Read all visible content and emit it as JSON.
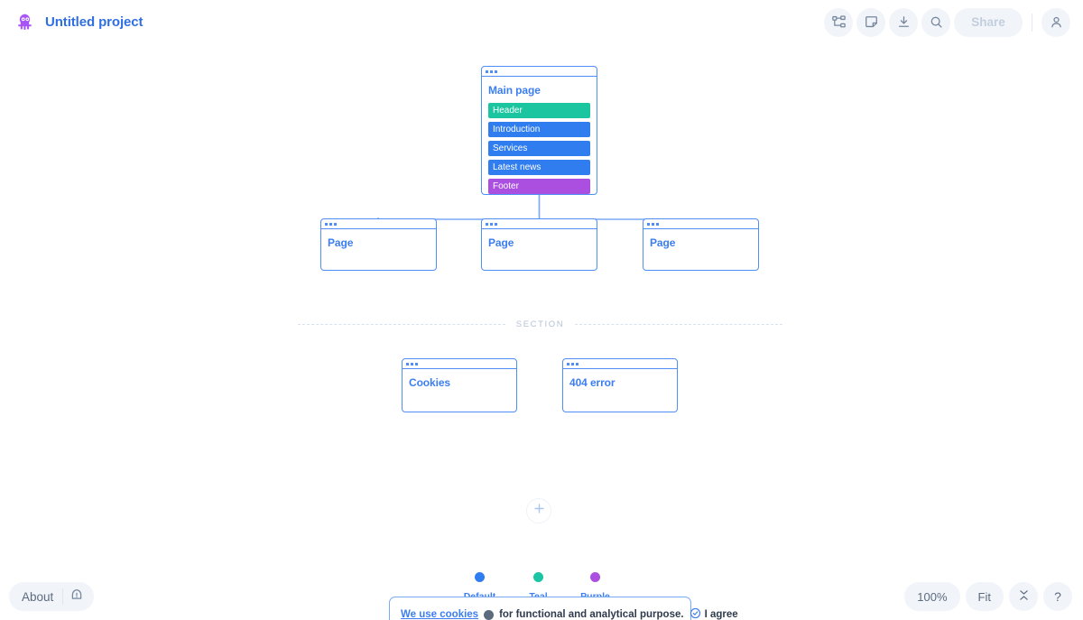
{
  "app": {
    "logo_icon": "octopus-logo",
    "title": "Untitled project",
    "brand_color": "#2f6fe4",
    "logo_color": "#a855f7"
  },
  "toolbar": {
    "buttons": [
      {
        "name": "sitemap-icon",
        "label": "Sitemap"
      },
      {
        "name": "note-icon",
        "label": "Note"
      },
      {
        "name": "download-icon",
        "label": "Download"
      },
      {
        "name": "search-icon",
        "label": "Search"
      }
    ],
    "share_label": "Share",
    "share_disabled": true,
    "account_icon": "user-avatar-icon"
  },
  "sitemap": {
    "main_card": {
      "title": "Main page",
      "blocks": [
        {
          "label": "Header",
          "color": "#1bc5a0"
        },
        {
          "label": "Introduction",
          "color": "#2f7def"
        },
        {
          "label": "Services",
          "color": "#2f7def"
        },
        {
          "label": "Latest news",
          "color": "#2f7def"
        },
        {
          "label": "Footer",
          "color": "#ab4fe0"
        }
      ]
    },
    "child_cards": [
      {
        "title": "Page"
      },
      {
        "title": "Page"
      },
      {
        "title": "Page"
      }
    ],
    "section_label": "SECTION",
    "section_cards": [
      {
        "title": "Cookies"
      },
      {
        "title": "404 error"
      }
    ],
    "card_border_color": "#4f8ef7",
    "card_title_color": "#3c7ef0",
    "add_button_label": "+"
  },
  "palette": {
    "swatches": [
      {
        "label": "Default",
        "color": "#2f7def"
      },
      {
        "label": "Teal",
        "color": "#19c5a2"
      },
      {
        "label": "Purple",
        "color": "#ab4fe0"
      }
    ]
  },
  "cookie_banner": {
    "link_text": "We use cookies",
    "circle_icon": "cookie-dot-icon",
    "message": "for functional and analytical purpose.",
    "agree_icon": "check-circle-icon",
    "agree_label": "I agree"
  },
  "bottom_bar": {
    "about_label": "About",
    "about_icon": "alert-shield-icon",
    "zoom_level": "100%",
    "fit_label": "Fit",
    "collapse_icon": "collapse-icon",
    "help_label": "?"
  }
}
